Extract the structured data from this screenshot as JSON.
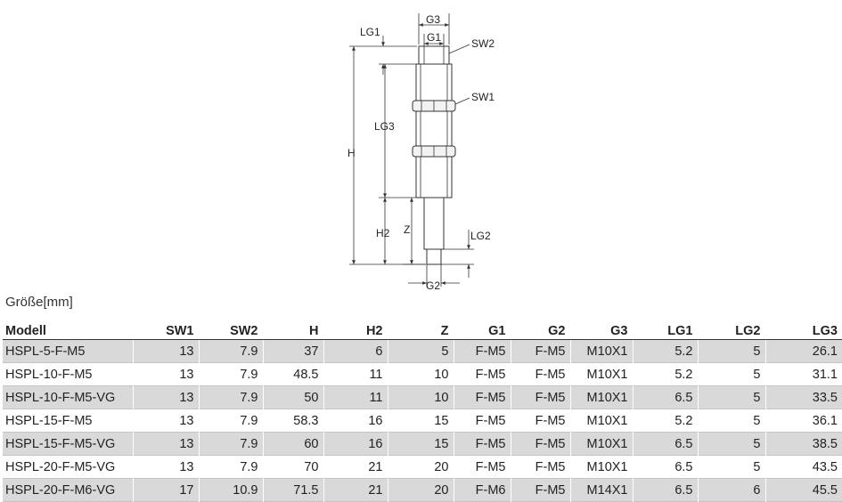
{
  "drawing": {
    "labels": {
      "g3": "G3",
      "g1": "G1",
      "lg1": "LG1",
      "sw2": "SW2",
      "sw1": "SW1",
      "lg3": "LG3",
      "h": "H",
      "h2": "H2",
      "z": "Z",
      "lg2": "LG2",
      "g2": "G2"
    }
  },
  "table": {
    "caption": "Größe[mm]",
    "headers": [
      "Modell",
      "SW1",
      "SW2",
      "H",
      "H2",
      "Z",
      "G1",
      "G2",
      "G3",
      "LG1",
      "LG2",
      "LG3"
    ],
    "rows": [
      [
        "HSPL-5-F-M5",
        "13",
        "7.9",
        "37",
        "6",
        "5",
        "F-M5",
        "F-M5",
        "M10X1",
        "5.2",
        "5",
        "26.1"
      ],
      [
        "HSPL-10-F-M5",
        "13",
        "7.9",
        "48.5",
        "11",
        "10",
        "F-M5",
        "F-M5",
        "M10X1",
        "5.2",
        "5",
        "31.1"
      ],
      [
        "HSPL-10-F-M5-VG",
        "13",
        "7.9",
        "50",
        "11",
        "10",
        "F-M5",
        "F-M5",
        "M10X1",
        "6.5",
        "5",
        "33.5"
      ],
      [
        "HSPL-15-F-M5",
        "13",
        "7.9",
        "58.3",
        "16",
        "15",
        "F-M5",
        "F-M5",
        "M10X1",
        "5.2",
        "5",
        "36.1"
      ],
      [
        "HSPL-15-F-M5-VG",
        "13",
        "7.9",
        "60",
        "16",
        "15",
        "F-M5",
        "F-M5",
        "M10X1",
        "6.5",
        "5",
        "38.5"
      ],
      [
        "HSPL-20-F-M5-VG",
        "13",
        "7.9",
        "70",
        "21",
        "20",
        "F-M5",
        "F-M5",
        "M10X1",
        "6.5",
        "5",
        "43.5"
      ],
      [
        "HSPL-20-F-M6-VG",
        "17",
        "10.9",
        "71.5",
        "21",
        "20",
        "F-M6",
        "F-M5",
        "M14X1",
        "6.5",
        "6",
        "45.5"
      ]
    ]
  }
}
